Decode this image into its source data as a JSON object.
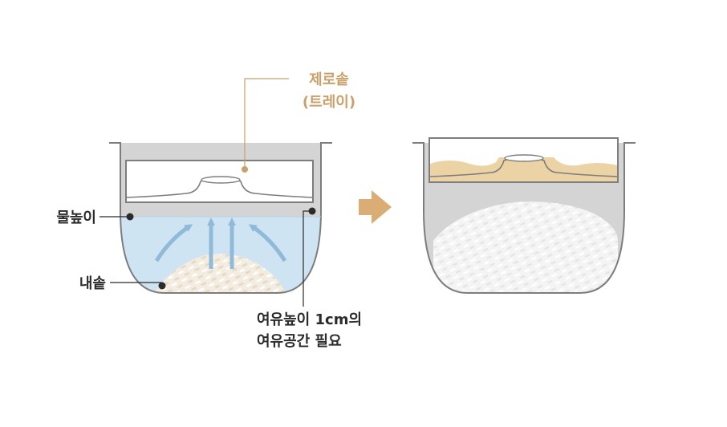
{
  "labels": {
    "tray_line1": "제로솥",
    "tray_line2": "(트레이)",
    "water_level": "물높이",
    "inner_pot": "내솥",
    "note_line1": "여유높이 1cm의",
    "note_line2": "여유공간 필요"
  },
  "colors": {
    "pot_gray": "#d4d4d4",
    "pot_stroke": "#7d7d7d",
    "water": "#cfe4f3",
    "steam_arrow": "#8fbad8",
    "accent": "#c9a06a",
    "cooked_food": "#ecd3a6",
    "big_arrow": "#d9ad73"
  }
}
